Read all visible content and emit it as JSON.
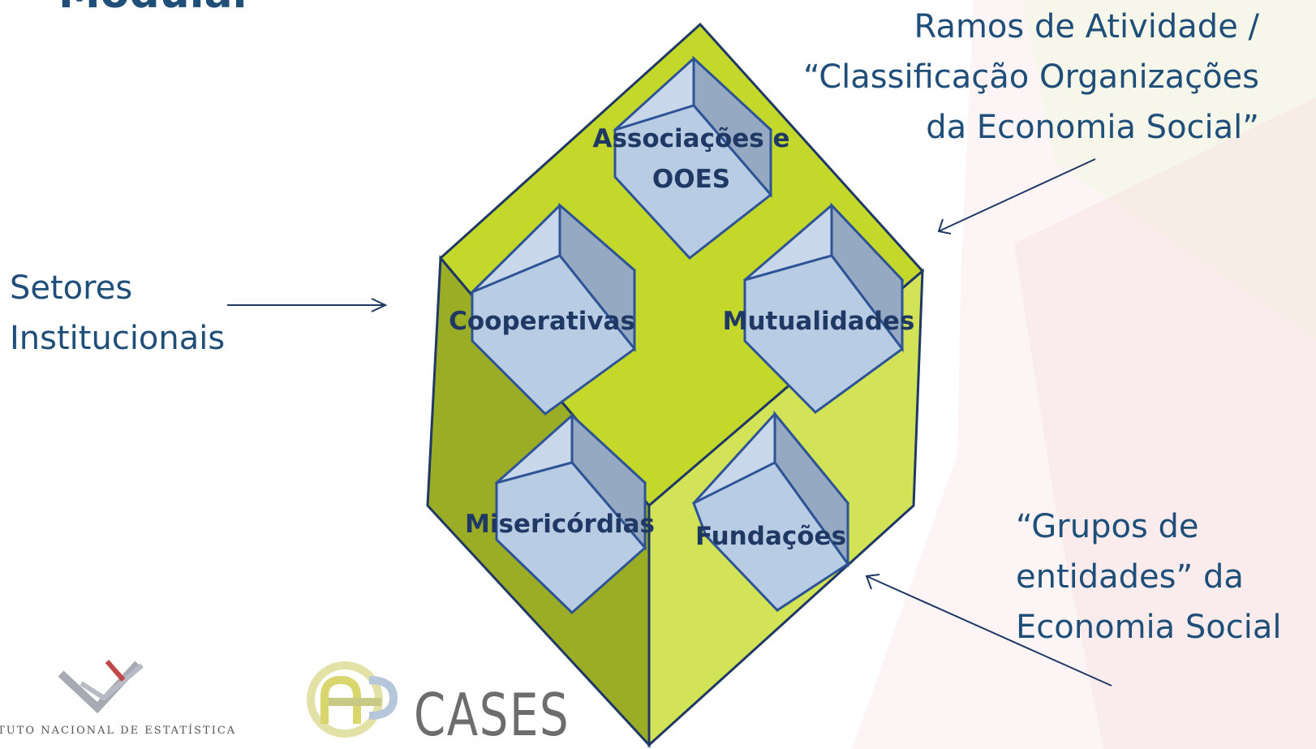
{
  "title": "Modular",
  "labels": {
    "left": [
      "Setores",
      "Institucionais"
    ],
    "right_top": [
      "Ramos de Atividade /",
      "“Classificação Organizações",
      "da Economia Social”"
    ],
    "right_bottom": [
      "“Grupos de",
      "entidades” da",
      "Economia Social"
    ]
  },
  "cubes": [
    {
      "line1": "Associações e",
      "line2": "OOES"
    },
    {
      "line1": "Cooperativas"
    },
    {
      "line1": "Mutualidades"
    },
    {
      "line1": "Misericórdias"
    },
    {
      "line1": "Fundações"
    }
  ],
  "logos": {
    "ine_text": "ITUTO NACIONAL DE ESTATÍSTICA",
    "cases_text": "CASES"
  },
  "colors": {
    "text": "#1f4e79",
    "cube_label": "#1f3864",
    "big_cube_top": "#c3d82a",
    "big_cube_left": "#9bad25",
    "big_cube_right": "#d2e357",
    "small_cube_face": "#b8cce4",
    "small_cube_edge": "#2f5496"
  }
}
